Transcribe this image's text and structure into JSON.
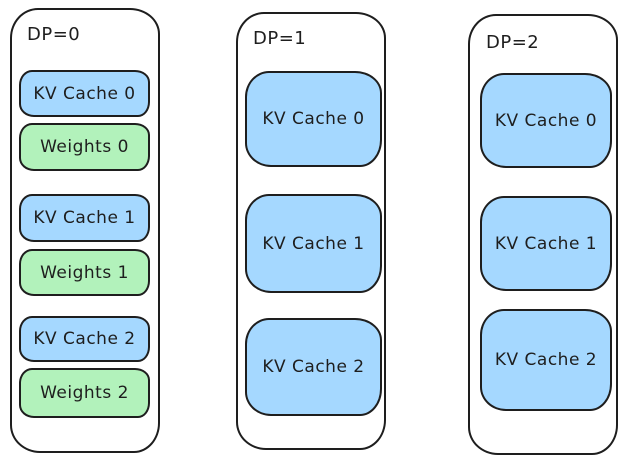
{
  "diagram": {
    "background_color": "#ffffff",
    "stroke_color": "#1e1e1e",
    "kv_cache_fill_color": "#a5d8ff",
    "weights_fill_color": "#b2f2bb",
    "columns": [
      {
        "title": "DP=0",
        "boxes": [
          {
            "label": "KV Cache 0",
            "kind": "kv-cache"
          },
          {
            "label": "Weights 0",
            "kind": "weights"
          },
          {
            "label": "KV Cache 1",
            "kind": "kv-cache"
          },
          {
            "label": "Weights 1",
            "kind": "weights"
          },
          {
            "label": "KV Cache 2",
            "kind": "kv-cache"
          },
          {
            "label": "Weights 2",
            "kind": "weights"
          }
        ]
      },
      {
        "title": "DP=1",
        "boxes": [
          {
            "label": "KV Cache 0",
            "kind": "kv-cache"
          },
          {
            "label": "KV Cache 1",
            "kind": "kv-cache"
          },
          {
            "label": "KV Cache 2",
            "kind": "kv-cache"
          }
        ]
      },
      {
        "title": "DP=2",
        "boxes": [
          {
            "label": "KV Cache 0",
            "kind": "kv-cache"
          },
          {
            "label": "KV Cache 1",
            "kind": "kv-cache"
          },
          {
            "label": "KV Cache 2",
            "kind": "kv-cache"
          }
        ]
      }
    ]
  }
}
